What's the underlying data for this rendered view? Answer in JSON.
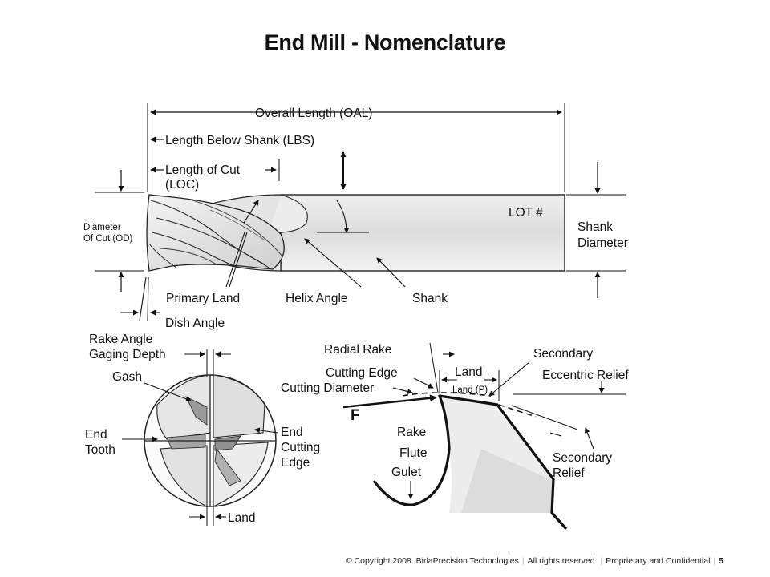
{
  "title": "End Mill - Nomenclature",
  "labels": {
    "oal": "Overall Length (OAL)",
    "lbs": "Length Below Shank (LBS)",
    "loc1": "Length of Cut",
    "loc2": "(LOC)",
    "lot": "LOT #",
    "od1": "Diameter",
    "od2": "Of Cut (OD)",
    "shank_dia1": "Shank",
    "shank_dia2": "Diameter",
    "primary_land": "Primary Land",
    "helix_angle": "Helix Angle",
    "shank": "Shank",
    "dish_angle": "Dish Angle",
    "rake_angle": "Rake Angle",
    "gaging_depth": "Gaging Depth",
    "gash": "Gash",
    "end_tooth1": "End",
    "end_tooth2": "Tooth",
    "end_cutting_edge1": "End",
    "end_cutting_edge2": "Cutting",
    "end_cutting_edge3": "Edge",
    "land_bottom": "Land",
    "radial_rake": "Radial Rake",
    "cutting_edge": "Cutting Edge",
    "cutting_diameter": "Cutting Diameter",
    "land": "Land",
    "land_p": "Land (P)",
    "secondary": "Secondary",
    "eccentric_relief": "Eccentric Relief",
    "force": "F",
    "rake": "Rake",
    "flute": "Flute",
    "gulet": "Gulet",
    "secondary_relief1": "Secondary",
    "secondary_relief2": "Relief"
  },
  "footer": {
    "copyright": "© Copyright 2008. BirlaPrecision Technologies",
    "rights": "All rights reserved.",
    "confidential": "Proprietary and Confidential",
    "page": "5"
  }
}
